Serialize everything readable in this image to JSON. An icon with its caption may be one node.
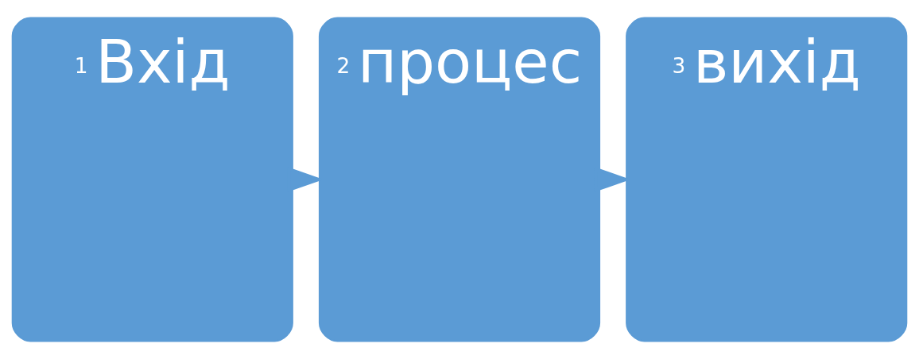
{
  "diagram": {
    "nodes": [
      {
        "text": [
          "1",
          "Вхід"
        ]
      },
      {
        "text": [
          "2",
          "процес"
        ]
      },
      {
        "text": [
          "3",
          "вихід"
        ]
      }
    ],
    "edges": [
      {
        "from": 0,
        "to": 1,
        "arrow": "to"
      },
      {
        "from": 1,
        "to": 2,
        "arrow": "to"
      }
    ]
  }
}
